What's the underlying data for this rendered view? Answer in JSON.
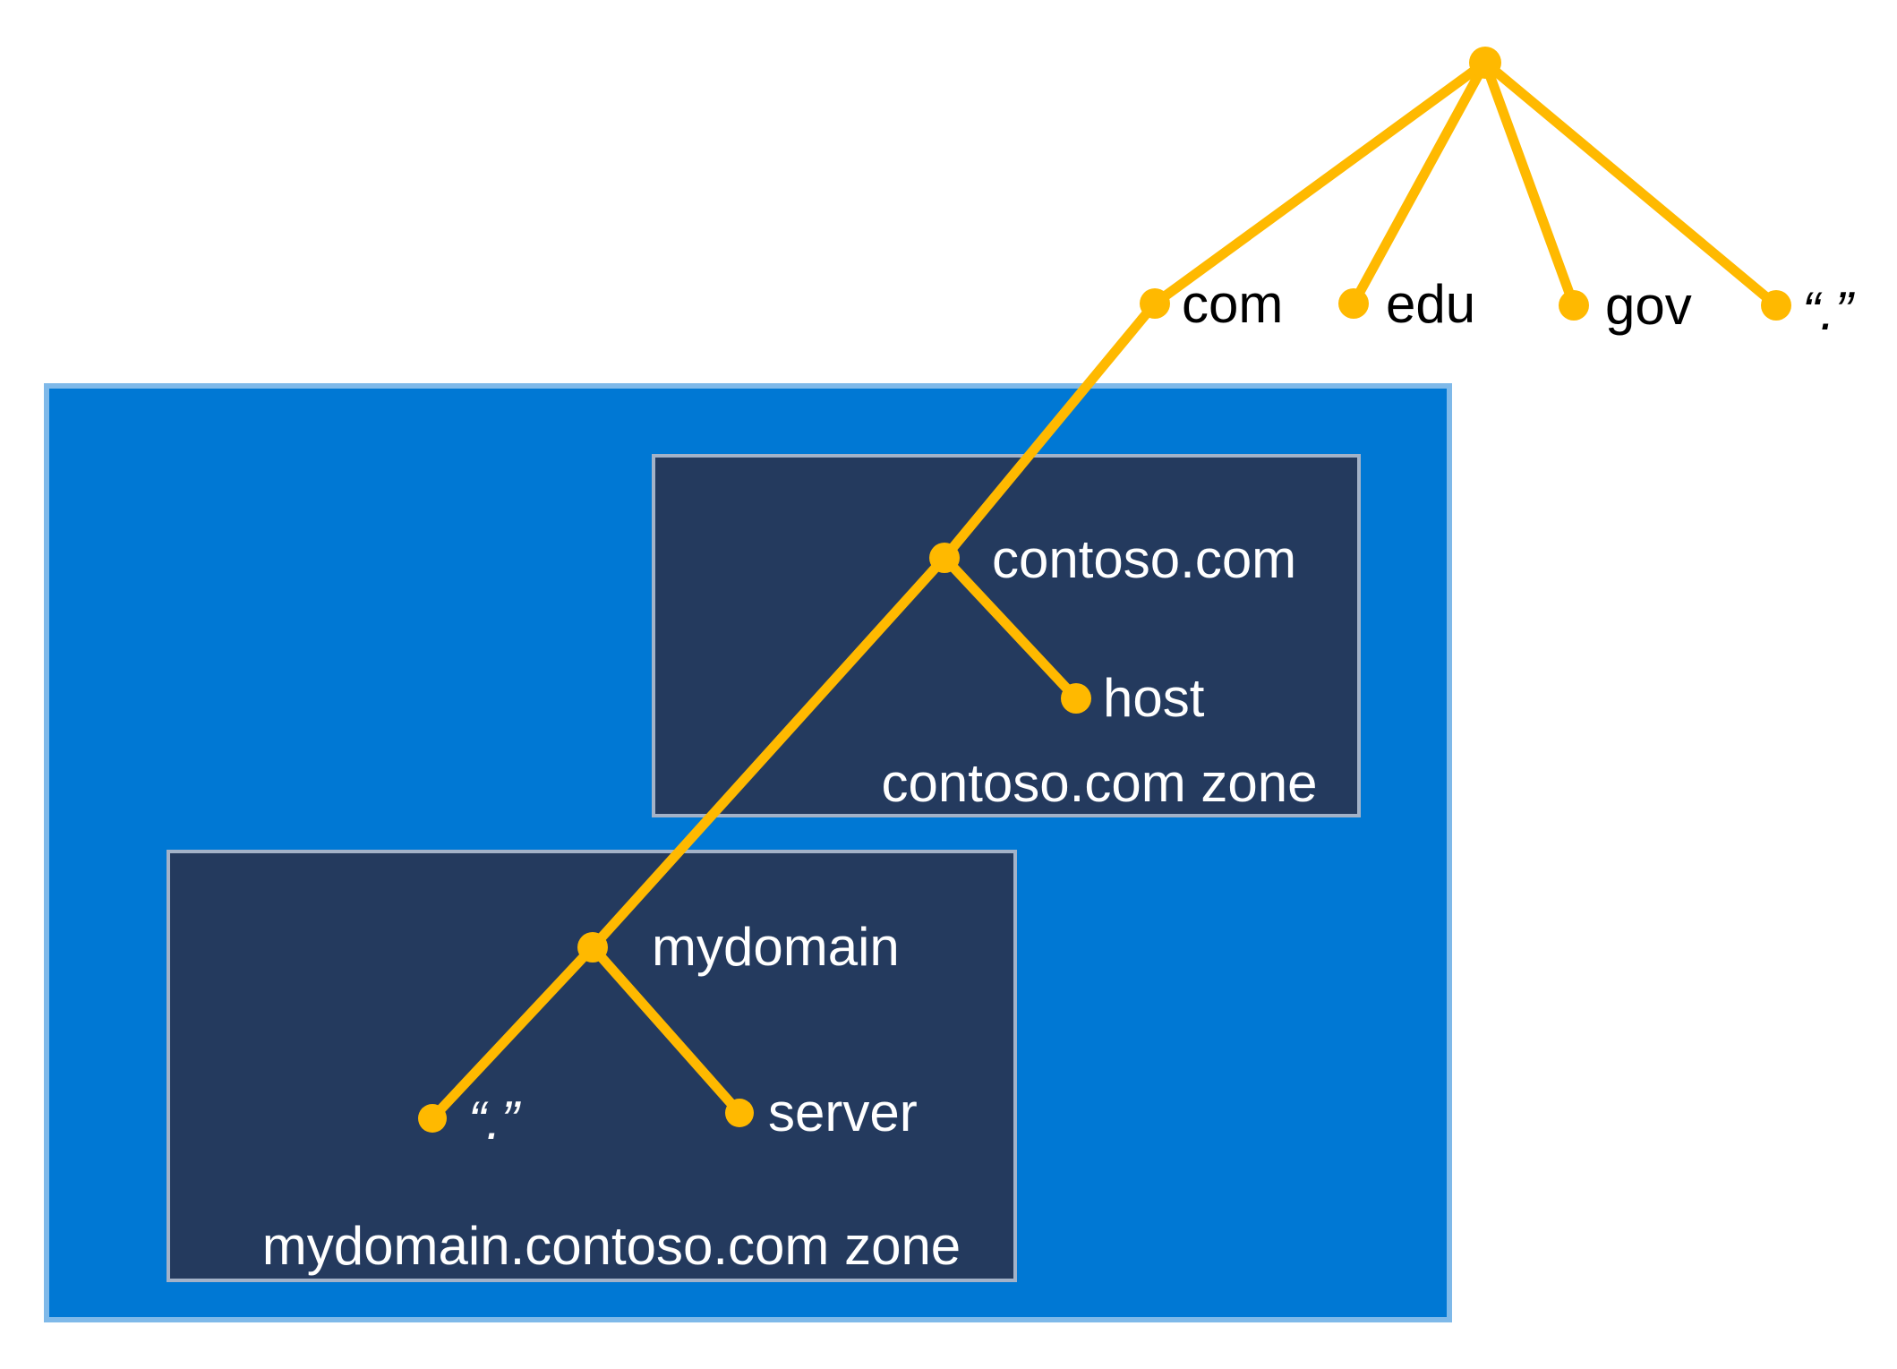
{
  "colors": {
    "line": "#FFB900",
    "outer_box_fill": "#0078D4",
    "outer_box_border": "#7FB9E9",
    "zone_box_fill": "#243A5E",
    "zone_box_border": "#A3B2C8",
    "tld_label": "#000000",
    "zone_label": "#FFFFFF",
    "page_bg": "#FFFFFF"
  },
  "labels": {
    "com": "com",
    "edu": "edu",
    "gov": "gov",
    "root_dot": "“.”",
    "contoso": "contoso.com",
    "host": "host",
    "contoso_zone": "contoso.com zone",
    "mydomain": "mydomain",
    "mydomain_dot": "“.”",
    "server": "server",
    "mydomain_zone": "mydomain.contoso.com zone"
  }
}
